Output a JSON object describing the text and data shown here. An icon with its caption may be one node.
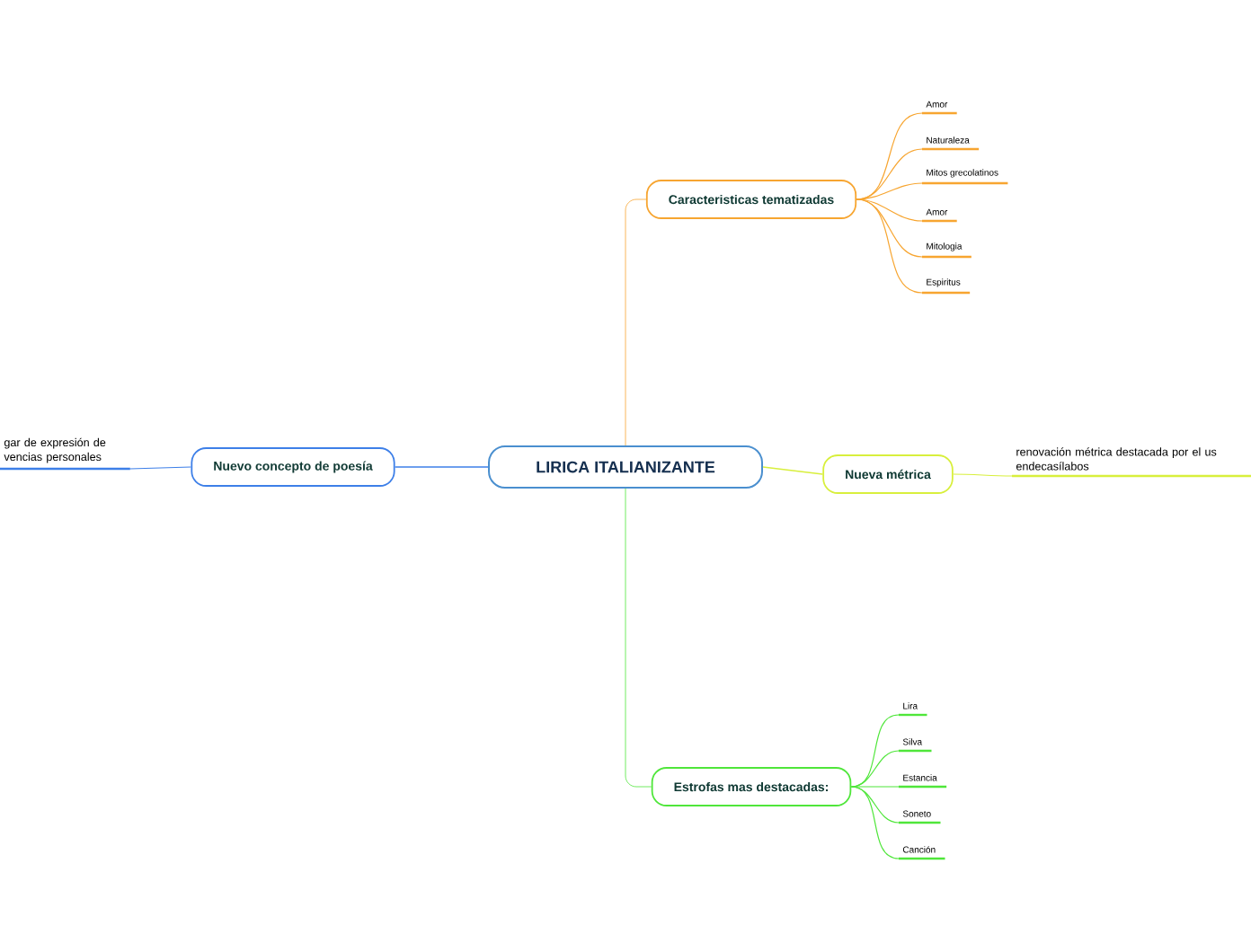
{
  "diagram": {
    "nodes": [
      {
        "text": [
          "LIRICA ITALIANIZANTE"
        ]
      },
      {
        "text": [
          "Caracteristicas tematizadas"
        ]
      },
      {
        "text": [
          "Amor"
        ]
      },
      {
        "text": [
          "Naturaleza"
        ]
      },
      {
        "text": [
          "Mitos grecolatinos"
        ]
      },
      {
        "text": [
          "Amor"
        ]
      },
      {
        "text": [
          "Mitologia"
        ]
      },
      {
        "text": [
          "Espiritus"
        ]
      },
      {
        "text": [
          "Nueva métrica"
        ]
      },
      {
        "text": [
          "renovación métrica destacada por el us endecasílabos"
        ]
      },
      {
        "text": [
          "Estrofas mas destacadas:"
        ]
      },
      {
        "text": [
          "Lira"
        ]
      },
      {
        "text": [
          "Silva"
        ]
      },
      {
        "text": [
          "Estancia"
        ]
      },
      {
        "text": [
          "Soneto"
        ]
      },
      {
        "text": [
          "Canción"
        ]
      },
      {
        "text": [
          "Nuevo concepto de poesía"
        ]
      },
      {
        "text": [
          "gar de expresión de vencias personales"
        ]
      }
    ],
    "edges": [
      {
        "from": 0,
        "to": 1,
        "arrow": "none",
        "color": "#f7a530"
      },
      {
        "from": 1,
        "to": 2,
        "arrow": "none",
        "color": "#f7a530"
      },
      {
        "from": 1,
        "to": 3,
        "arrow": "none",
        "color": "#f7a530"
      },
      {
        "from": 1,
        "to": 4,
        "arrow": "none",
        "color": "#f7a530"
      },
      {
        "from": 1,
        "to": 5,
        "arrow": "none",
        "color": "#f7a530"
      },
      {
        "from": 1,
        "to": 6,
        "arrow": "none",
        "color": "#f7a530"
      },
      {
        "from": 1,
        "to": 7,
        "arrow": "none",
        "color": "#f7a530"
      },
      {
        "from": 0,
        "to": 8,
        "arrow": "none",
        "color": "#d8ef3c"
      },
      {
        "from": 8,
        "to": 9,
        "arrow": "none",
        "color": "#d8ef3c"
      },
      {
        "from": 0,
        "to": 10,
        "arrow": "none",
        "color": "#4fe63a"
      },
      {
        "from": 10,
        "to": 11,
        "arrow": "none",
        "color": "#4fe63a"
      },
      {
        "from": 10,
        "to": 12,
        "arrow": "none",
        "color": "#4fe63a"
      },
      {
        "from": 10,
        "to": 13,
        "arrow": "none",
        "color": "#4fe63a"
      },
      {
        "from": 10,
        "to": 14,
        "arrow": "none",
        "color": "#4fe63a"
      },
      {
        "from": 10,
        "to": 15,
        "arrow": "none",
        "color": "#4fe63a"
      },
      {
        "from": 0,
        "to": 16,
        "arrow": "none",
        "color": "#3d7fe8"
      },
      {
        "from": 16,
        "to": 17,
        "arrow": "none",
        "color": "#3d7fe8"
      }
    ]
  }
}
